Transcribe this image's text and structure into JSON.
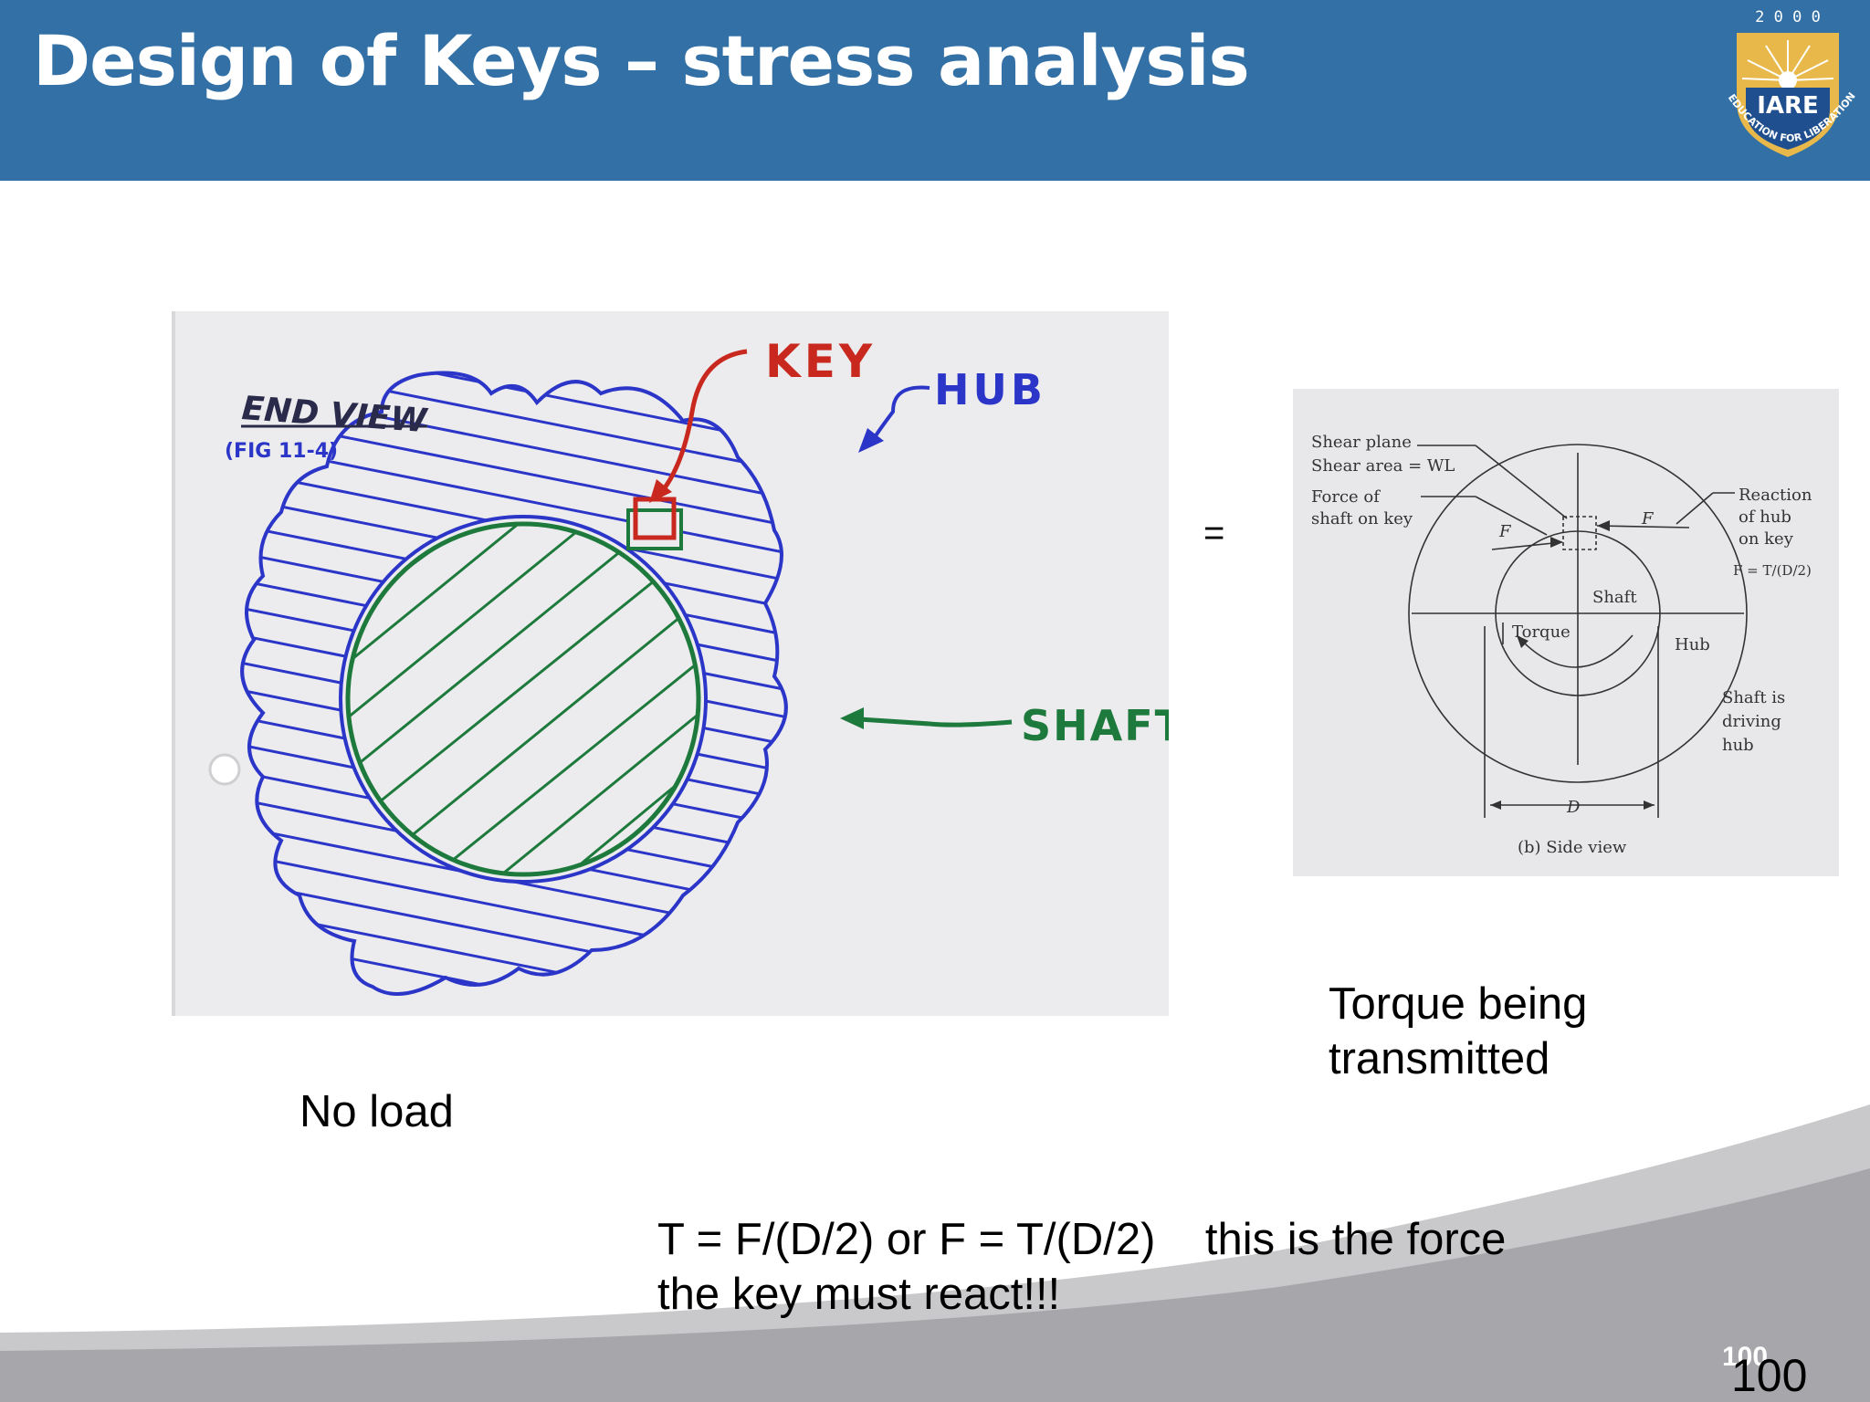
{
  "slide": {
    "title": "Design of Keys – stress analysis",
    "page_number": "100"
  },
  "logo": {
    "year": "2 0 0 0",
    "name": "IARE",
    "motto": "EDUCATION FOR LIBERATION"
  },
  "sketch": {
    "label_end_view": "END VIEW",
    "label_fig": "(FIG 11-4)",
    "label_key": "KEY",
    "label_hub": "HUB",
    "label_shaft": "SHAFT",
    "colors": {
      "hub": "#2b35c8",
      "shaft": "#1e7a3c",
      "key": "#c8281e"
    }
  },
  "equals_sign": "=",
  "diagram": {
    "shear_plane": "Shear plane",
    "shear_area": "Shear area = WL",
    "force_line1": "Force of",
    "force_line2": "shaft on key",
    "reaction_line1": "Reaction",
    "reaction_line2": "of hub",
    "reaction_line3": "on key",
    "reaction_formula": "F = T/(D/2)",
    "f_left": "F",
    "f_right": "F",
    "shaft": "Shaft",
    "torque": "Torque",
    "hub": "Hub",
    "driving_line1": "Shaft is",
    "driving_line2": "driving",
    "driving_line3": "hub",
    "dim_d": "D",
    "caption": "(b) Side view"
  },
  "captions": {
    "torque_transmitted": "Torque being transmitted",
    "no_load": "No load",
    "formula_line1": "T = F/(D/2) or F = T/(D/2)    this is the force",
    "formula_line2": "the key must react!!!"
  }
}
